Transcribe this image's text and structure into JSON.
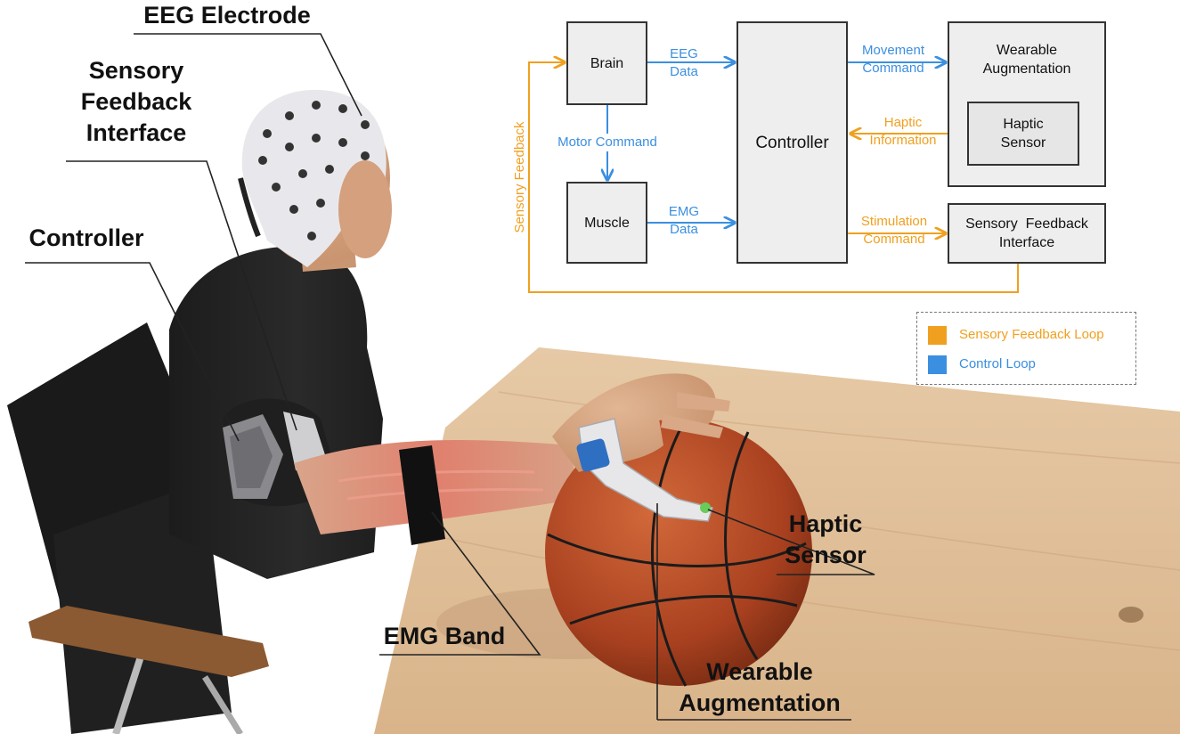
{
  "callouts": {
    "eeg_electrode": "EEG Electrode",
    "sensory_feedback_interface": [
      "Sensory",
      "Feedback",
      "Interface"
    ],
    "controller": "Controller",
    "emg_band": "EMG Band",
    "haptic_sensor": [
      "Haptic",
      "Sensor"
    ],
    "wearable_augmentation": [
      "Wearable",
      "Augmentation"
    ]
  },
  "diagram": {
    "blocks": {
      "brain": "Brain",
      "muscle": "Muscle",
      "controller": "Controller",
      "wearable_augmentation": [
        "Wearable",
        "Augmentation"
      ],
      "haptic_sensor": [
        "Haptic",
        "Sensor"
      ],
      "sensory_feedback_interface": [
        "Sensory  Feedback",
        "Interface"
      ]
    },
    "flows": {
      "eeg_data": [
        "EEG",
        "Data"
      ],
      "emg_data": [
        "EMG",
        "Data"
      ],
      "motor_command": "Motor Command",
      "movement_command": [
        "Movement",
        "Command"
      ],
      "haptic_information": [
        "Haptic",
        "Information"
      ],
      "stimulation_command": [
        "Stimulation",
        "Command"
      ],
      "sensory_feedback": "Sensory Feedback"
    },
    "legend": [
      {
        "label": "Sensory Feedback Loop",
        "color": "#f0a020"
      },
      {
        "label": "Control Loop",
        "color": "#3b8fe0"
      }
    ],
    "colors": {
      "control": "#3b8fe0",
      "feedback": "#f0a020"
    }
  }
}
